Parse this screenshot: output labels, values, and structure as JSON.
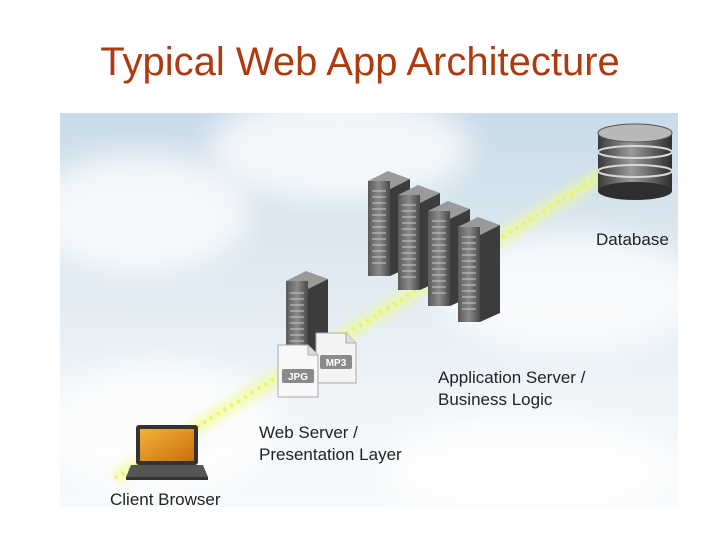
{
  "title": "Typical Web App Architecture",
  "labels": {
    "database": "Database",
    "app_server_line1": "Application Server /",
    "app_server_line2": "Business Logic",
    "web_server_line1": "Web Server /",
    "web_server_line2": "Presentation Layer",
    "client": "Client Browser"
  },
  "file_tags": {
    "jpg": "JPG",
    "mp3": "MP3"
  },
  "colors": {
    "title": "#b03a10",
    "glow_line": "#e8f55a"
  }
}
